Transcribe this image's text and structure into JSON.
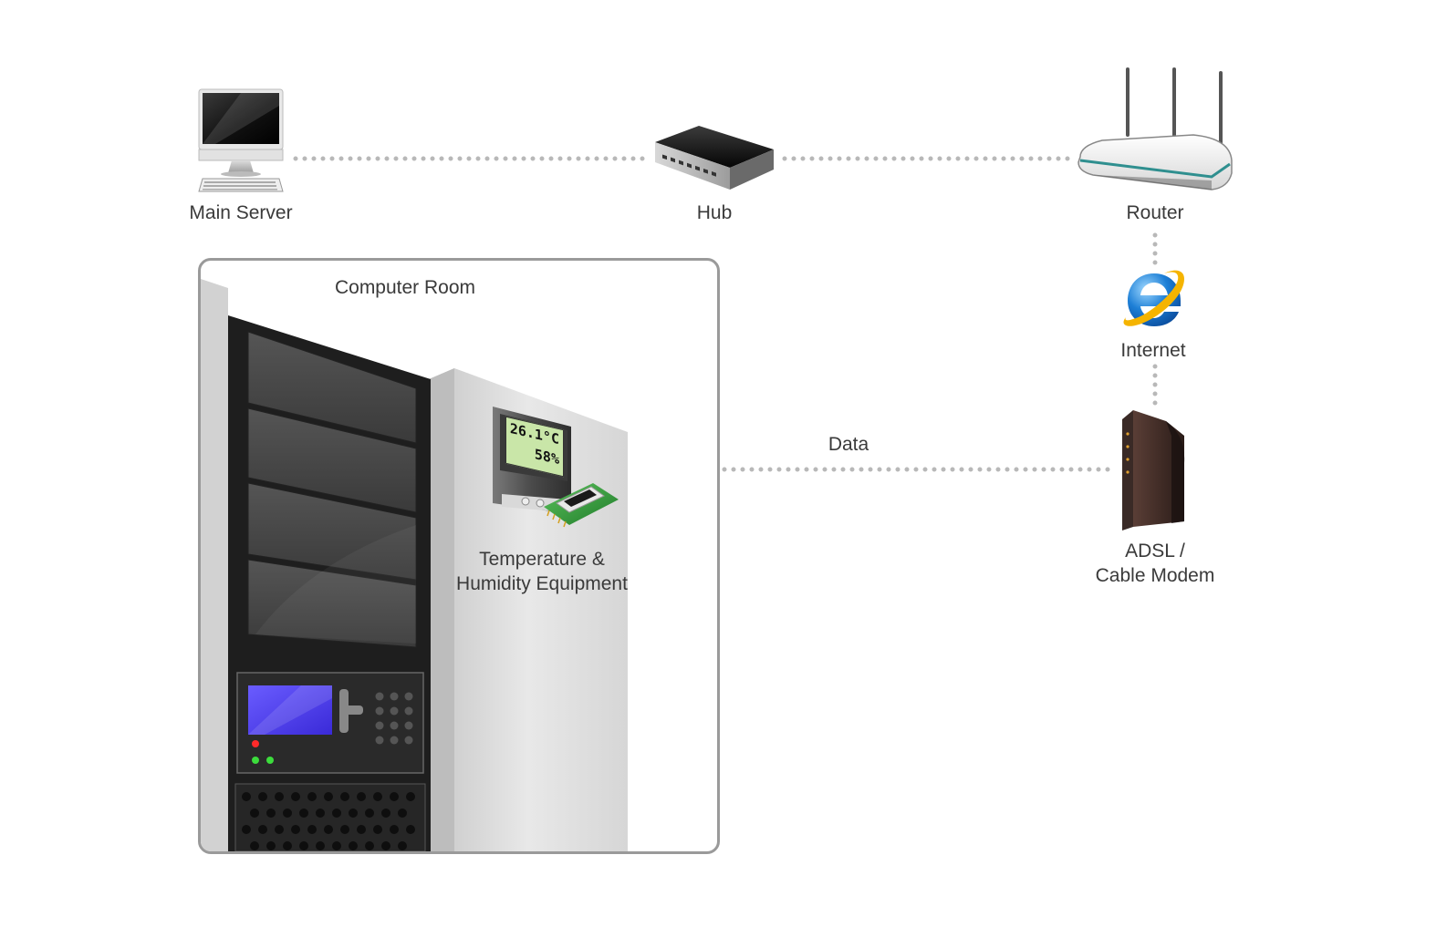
{
  "nodes": {
    "main_server": {
      "label": "Main Server",
      "icon": "desktop-computer-icon"
    },
    "hub": {
      "label": "Hub",
      "icon": "network-hub-icon"
    },
    "router": {
      "label": "Router",
      "icon": "wireless-router-icon"
    },
    "internet": {
      "label": "Internet",
      "icon": "internet-explorer-icon"
    },
    "modem": {
      "label_line1": "ADSL /",
      "label_line2": "Cable Modem",
      "icon": "modem-icon"
    },
    "sensor": {
      "label_line1": "Temperature &",
      "label_line2": "Humidity Equipment",
      "icon": "thermo-hygrometer-icon",
      "temperature": "26.1°C",
      "humidity": "58%"
    }
  },
  "room": {
    "title": "Computer Room"
  },
  "edges": {
    "data_label": "Data"
  },
  "colors": {
    "connector": "#b8b8b8",
    "box_border": "#9a9a9a",
    "lcd": "#c9e6a8",
    "rack_screen": "#4b3cf0"
  }
}
